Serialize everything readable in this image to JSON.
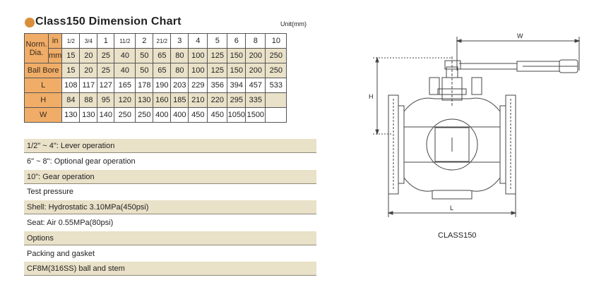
{
  "header": {
    "title": "Class150 Dimension Chart",
    "unit": "Unit(mm)"
  },
  "table": {
    "norm_label_top": "Norm.",
    "norm_label_bottom": "Dia.",
    "in_label": "in",
    "mm_label": "mm",
    "inch_values": [
      "1/2",
      "3/4",
      "1",
      "11/2",
      "2",
      "21/2",
      "3",
      "4",
      "5",
      "6",
      "8",
      "10"
    ],
    "mm_values": [
      "15",
      "20",
      "25",
      "40",
      "50",
      "65",
      "80",
      "100",
      "125",
      "150",
      "200",
      "250"
    ],
    "rows": [
      {
        "label": "Ball Bore",
        "values": [
          "15",
          "20",
          "25",
          "40",
          "50",
          "65",
          "80",
          "100",
          "125",
          "150",
          "200",
          "250"
        ]
      },
      {
        "label": "L",
        "values": [
          "108",
          "117",
          "127",
          "165",
          "178",
          "190",
          "203",
          "229",
          "356",
          "394",
          "457",
          "533"
        ]
      },
      {
        "label": "H",
        "values": [
          "84",
          "88",
          "95",
          "120",
          "130",
          "160",
          "185",
          "210",
          "220",
          "295",
          "335",
          ""
        ]
      },
      {
        "label": "W",
        "values": [
          "130",
          "130",
          "140",
          "250",
          "250",
          "400",
          "400",
          "450",
          "450",
          "1050",
          "1500",
          ""
        ]
      }
    ]
  },
  "notes": [
    "1/2\" ~ 4\": Lever operation",
    "6\" ~ 8\": Optional gear operation",
    "10\": Gear operation",
    "Test pressure",
    "Shell: Hydrostatic 3.10MPa(450psi)",
    "Seat: Air 0.55MPa(80psi)",
    "Options",
    "Packing and gasket",
    "CF8M(316SS) ball and stem"
  ],
  "drawing": {
    "w_label": "W",
    "h_label": "H",
    "l_label": "L",
    "caption": "CLASS150"
  },
  "colors": {
    "orange": "#f0ad68",
    "tan": "#e9e1c8",
    "dot": "#d98e3a"
  }
}
